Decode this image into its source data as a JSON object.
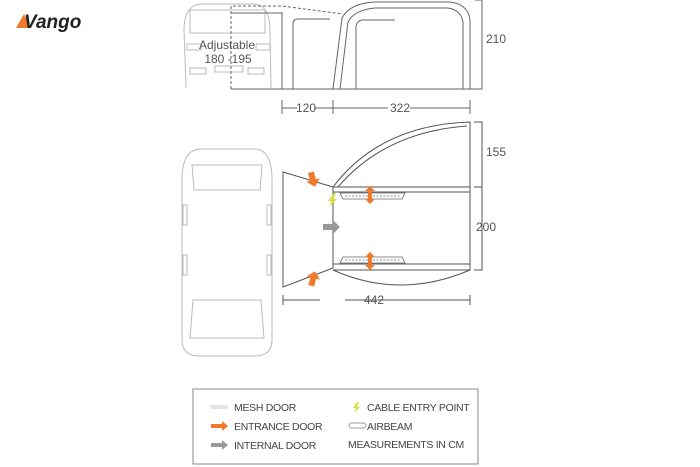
{
  "brand": {
    "name": "Vango"
  },
  "side_view": {
    "van_label_line1": "Adjustable",
    "van_label_line2": "180 -195",
    "height": "210",
    "annex_width": "120",
    "main_width": "322"
  },
  "floor_plan": {
    "depth_front": "155",
    "depth_main": "200",
    "total_width": "442"
  },
  "legend": {
    "mesh_door": "MESH DOOR",
    "entrance_door": "ENTRANCE DOOR",
    "internal_door": "INTERNAL DOOR",
    "cable_entry": "CABLE ENTRY POINT",
    "airbeam": "AIRBEAM",
    "units": "MEASUREMENTS IN CM"
  },
  "colors": {
    "orange": "#f07a2c",
    "gray_arrow": "#999999",
    "cable": "#d4e03a",
    "line": "#555555"
  }
}
